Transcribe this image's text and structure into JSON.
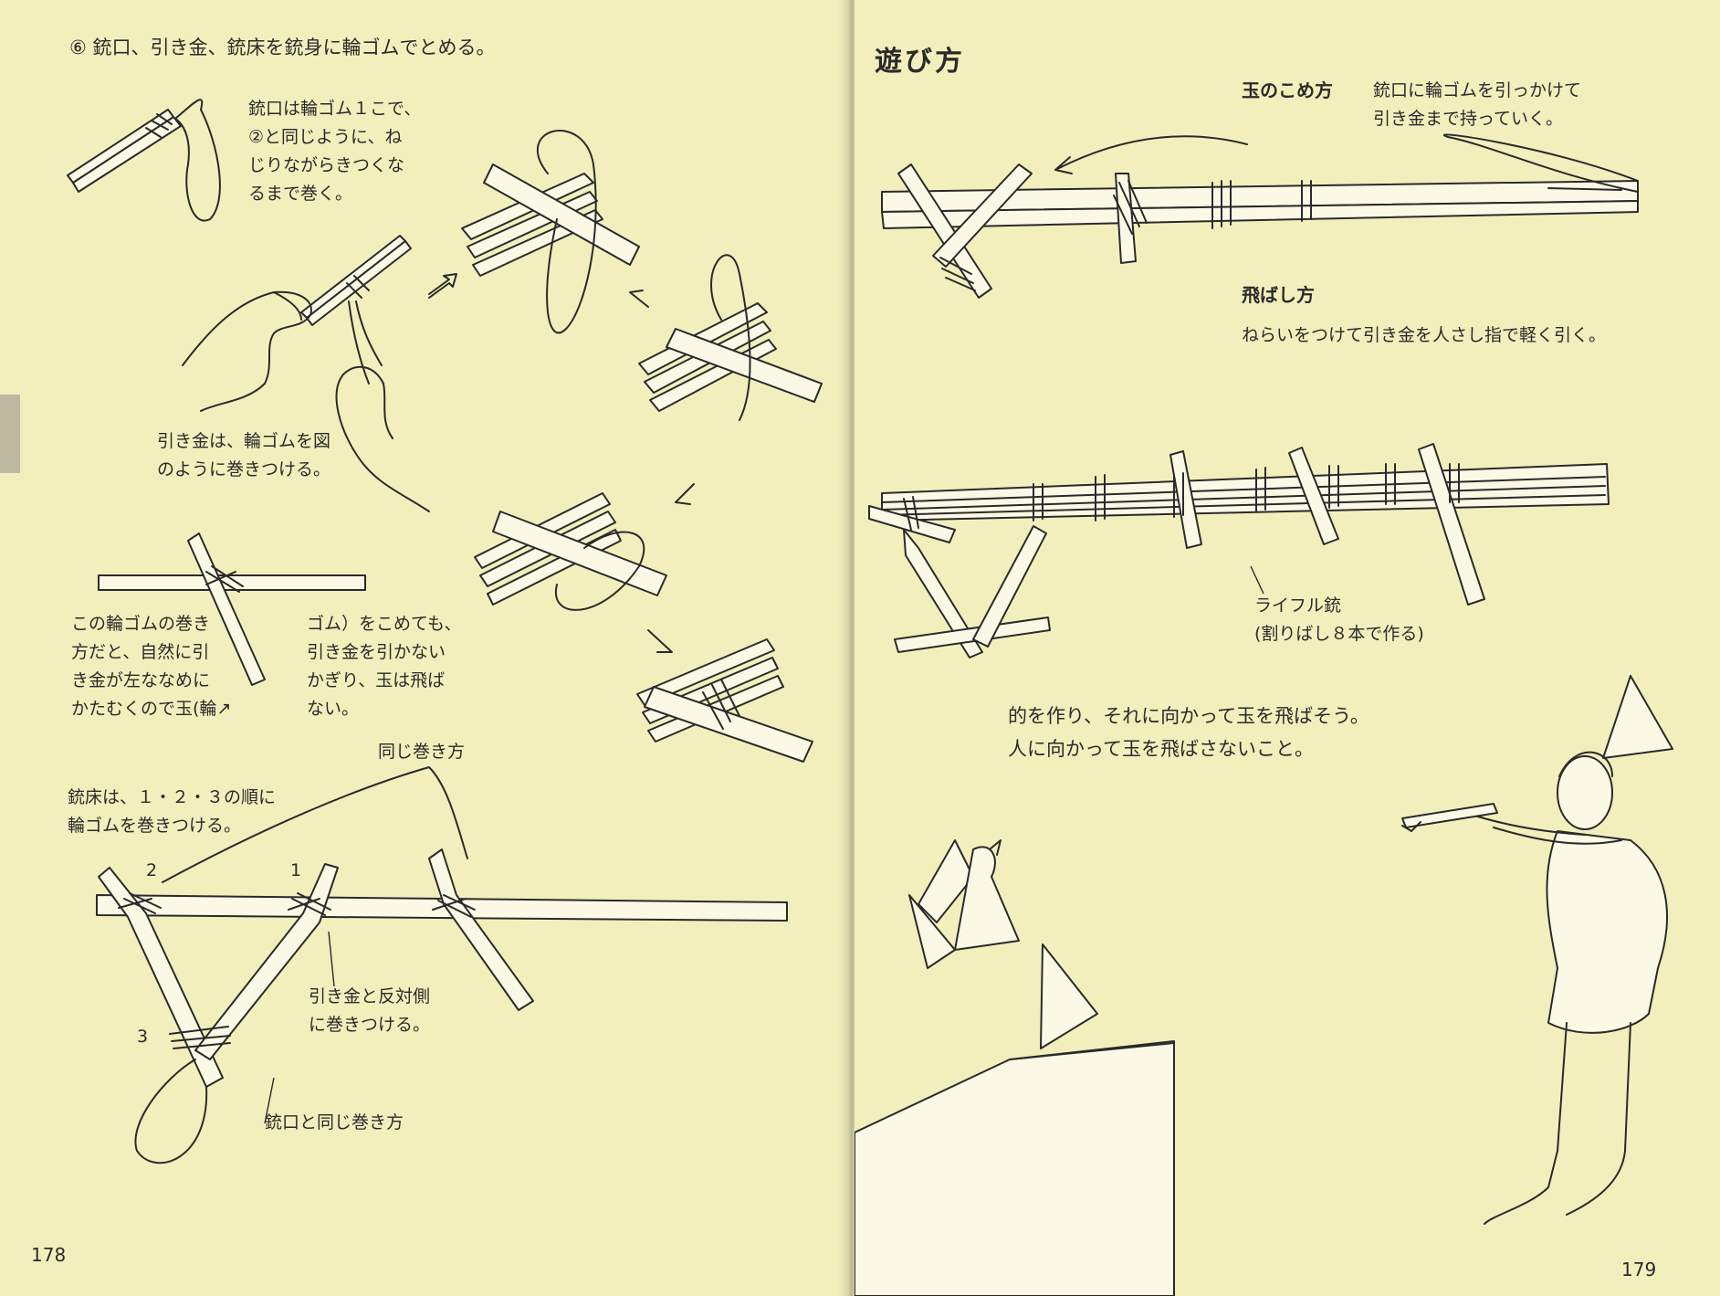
{
  "left_page": {
    "step_heading": "⑥ 銃口、引き金、銃床を銃身に輪ゴムでとめる。",
    "note_muzzle": "銃口は輪ゴム１こで、\n②と同じように、ね\nじりながらきつくな\nるまで巻く。",
    "note_trigger": "引き金は、輪ゴムを図\nのように巻きつける。",
    "note_warning_a": "この輪ゴムの巻き\n方だと、自然に引\nき金が左ななめに\nかたむくので玉(輪↗",
    "note_warning_b": "ゴム）をこめても、\n引き金を引かない\nかぎり、玉は飛ば\nない。",
    "note_stock": "銃床は、１・２・３の順に\n輪ゴムを巻きつける。",
    "label_same_winding": "同じ巻き方",
    "label_num1": "1",
    "label_num2": "2",
    "label_num3": "3",
    "label_opposite": "引き金と反対側\nに巻きつける。",
    "label_same_as_muzzle": "銃口と同じ巻き方",
    "page_number": "178"
  },
  "right_page": {
    "heading": "遊び方",
    "load_title": "玉のこめ方",
    "load_text": "銃口に輪ゴムを引っかけて\n引き金まで持っていく。",
    "fire_title": "飛ばし方",
    "fire_text": "ねらいをつけて引き金を人さし指で軽く引く。",
    "rifle_caption": "ライフル銃\n(割りばし８本で作る)",
    "play_text": "的を作り、それに向かって玉を飛ばそう。\n人に向かって玉を飛ばさないこと。",
    "page_number": "179"
  }
}
